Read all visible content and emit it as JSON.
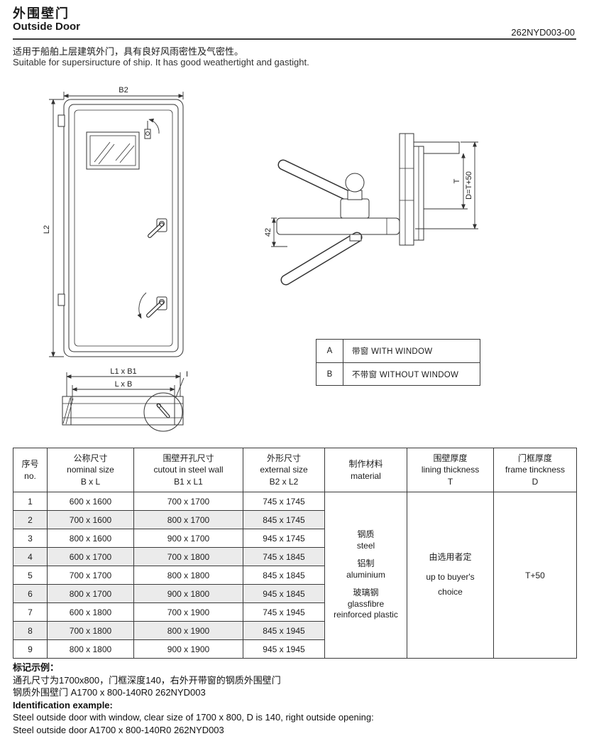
{
  "header": {
    "title_zh": "外围壁门",
    "title_en": "Outside Door",
    "doc_no": "262NYD003-00",
    "desc_zh": "适用于船舶上层建筑外门，具有良好风雨密性及气密性。",
    "desc_en": "Suitable for supersiructure of ship. It has good weathertight and gastight."
  },
  "drawings": {
    "front_view": {
      "dim_width": "B2",
      "dim_height": "L2"
    },
    "plan_view": {
      "dim_outer": "L1 x B1",
      "dim_inner": "L x B",
      "detail_mark": "I"
    },
    "section_view": {
      "dim_42": "42",
      "dim_t": "T",
      "dim_d": "D=T+50"
    }
  },
  "variant_table": {
    "rows": [
      {
        "code": "A",
        "label": "带窗 WITH WINDOW"
      },
      {
        "code": "B",
        "label": "不带窗 WITHOUT WINDOW"
      }
    ]
  },
  "spec_table": {
    "headers": {
      "no": [
        "序号",
        "no."
      ],
      "nominal": [
        "公称尺寸",
        "nominal size",
        "B x L"
      ],
      "cutout": [
        "围壁开孔尺寸",
        "cutout in steel wall",
        "B1 x L1"
      ],
      "external": [
        "外形尺寸",
        "external size",
        "B2 x L2"
      ],
      "material": [
        "制作材料",
        "material"
      ],
      "lining": [
        "围壁厚度",
        "lining thickness",
        "T"
      ],
      "frame": [
        "门框厚度",
        "frame tinckness",
        "D"
      ]
    },
    "rows": [
      {
        "no": "1",
        "nominal": "600 x 1600",
        "cutout": "700 x 1700",
        "external": "745 x 1745"
      },
      {
        "no": "2",
        "nominal": "700 x 1600",
        "cutout": "800 x 1700",
        "external": "845 x 1745"
      },
      {
        "no": "3",
        "nominal": "800 x 1600",
        "cutout": "900 x 1700",
        "external": "945 x 1745"
      },
      {
        "no": "4",
        "nominal": "600 x 1700",
        "cutout": "700 x 1800",
        "external": "745 x 1845"
      },
      {
        "no": "5",
        "nominal": "700 x 1700",
        "cutout": "800 x 1800",
        "external": "845 x 1845"
      },
      {
        "no": "6",
        "nominal": "800 x 1700",
        "cutout": "900 x 1800",
        "external": "945 x 1845"
      },
      {
        "no": "7",
        "nominal": "600 x 1800",
        "cutout": "700 x 1900",
        "external": "745 x 1945"
      },
      {
        "no": "8",
        "nominal": "700 x 1800",
        "cutout": "800 x 1900",
        "external": "845 x 1945"
      },
      {
        "no": "9",
        "nominal": "800 x 1800",
        "cutout": "900 x 1900",
        "external": "945 x 1945"
      }
    ],
    "material": {
      "g1_zh": "钢质",
      "g1_en": "steel",
      "g2_zh": "铝制",
      "g2_en": "aluminium",
      "g3_zh": "玻璃钢",
      "g3_en1": "glassfibre",
      "g3_en2": "reinforced plastic"
    },
    "lining": {
      "zh": "由选用者定",
      "en1": "up to buyer's",
      "en2": "choice"
    },
    "frame_value": "T+50"
  },
  "footer": {
    "zh_title": "标记示例：",
    "zh_line1": "通孔尺寸为1700x800，门框深度140，右外开带窗的钢质外围壁门",
    "zh_line2": "钢质外围壁门 A1700 x 800-140R0 262NYD003",
    "en_title": "Identification example:",
    "en_line1": "Steel outside door with window, clear size of 1700 x 800, D is 140, right outside opening:",
    "en_line2": "Steel outside door A1700 x 800-140R0 262NYD003"
  }
}
